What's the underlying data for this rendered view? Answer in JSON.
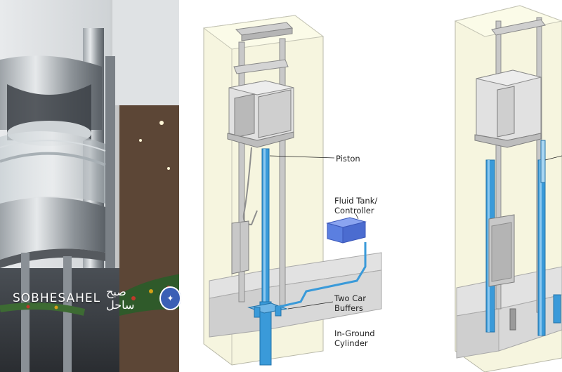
{
  "photo": {
    "watermark_text": "SOBHESAHEL",
    "watermark_script": "صبح ساحل"
  },
  "diagram": {
    "labels": {
      "piston": "Piston",
      "fluid_tank": [
        "Fluid Tank/",
        "Controller"
      ],
      "buffers": [
        "Two Car",
        "Buffers"
      ],
      "cylinder": [
        "In-Ground",
        "Cylinder"
      ]
    }
  },
  "colors": {
    "shaft_fill": "#f5f5dc",
    "piston_blue": "#3a9ad9",
    "tank_blue": "#5b7fe0",
    "pit_gray": "#d9d9d9",
    "frame_gray": "#bfbfbf"
  }
}
